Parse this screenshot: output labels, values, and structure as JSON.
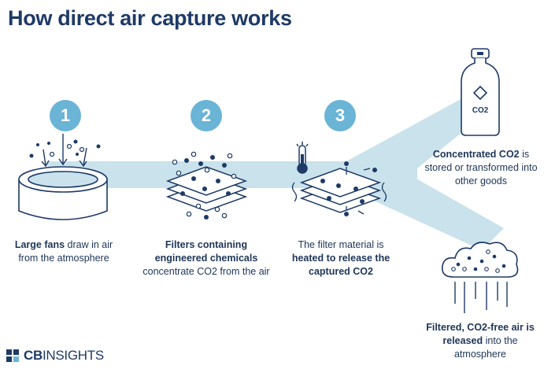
{
  "title": "How direct air capture works",
  "steps": [
    {
      "number": "1",
      "bold": "Large fans",
      "rest": " draw in air from the atmosphere"
    },
    {
      "number": "2",
      "bold": "Filters containing engineered chemicals",
      "rest": " concentrate CO2 from the air"
    },
    {
      "number": "3",
      "pre": "The filter material is ",
      "bold": "heated to release the captured CO2"
    }
  ],
  "outputs": {
    "stored": {
      "bold": "Concentrated CO2",
      "rest": " is stored or transformed into other goods",
      "tank_label": "CO2"
    },
    "released": {
      "bold": "Filtered, CO2-free air is released",
      "rest": " into the atmosphere"
    }
  },
  "brand": {
    "cb": "CB",
    "insights": "INSIGHTS"
  },
  "colors": {
    "band": "#c9e2ec",
    "accent": "#6ab4d6",
    "navy": "#1e3a66"
  }
}
